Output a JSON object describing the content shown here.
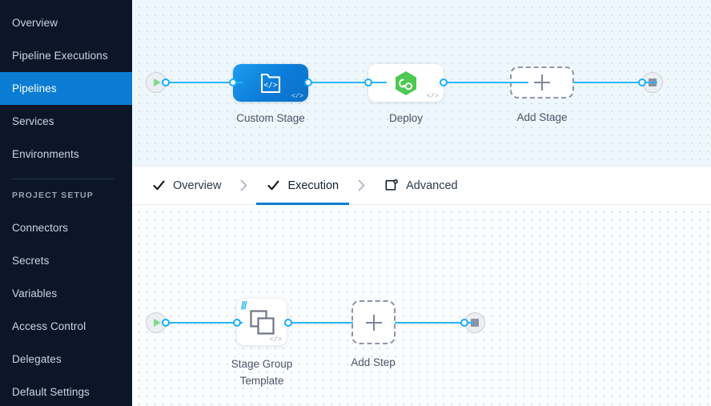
{
  "theme": {
    "sidebar_bg": "#0b1729",
    "accent_blue": "#0a7cd3",
    "link_blue": "#29b6f6",
    "canvas_top_bg": "#eef7fc",
    "canvas_bottom_bg": "#fbfdfe",
    "stage_blue": "#0b7cd8",
    "deploy_green": "#4dc952",
    "label_gray": "#4a5568"
  },
  "sidebar": {
    "items": [
      {
        "label": "Overview",
        "active": false,
        "name": "sidebar-item-overview"
      },
      {
        "label": "Pipeline Executions",
        "active": false,
        "name": "sidebar-item-pipeline-executions"
      },
      {
        "label": "Pipelines",
        "active": true,
        "name": "sidebar-item-pipelines"
      },
      {
        "label": "Services",
        "active": false,
        "name": "sidebar-item-services"
      },
      {
        "label": "Environments",
        "active": false,
        "name": "sidebar-item-environments"
      }
    ],
    "section_title": "PROJECT SETUP",
    "setup_items": [
      {
        "label": "Connectors",
        "name": "sidebar-item-connectors"
      },
      {
        "label": "Secrets",
        "name": "sidebar-item-secrets"
      },
      {
        "label": "Variables",
        "name": "sidebar-item-variables"
      },
      {
        "label": "Access Control",
        "name": "sidebar-item-access-control"
      },
      {
        "label": "Delegates",
        "name": "sidebar-item-delegates"
      },
      {
        "label": "Default Settings",
        "name": "sidebar-item-default-settings"
      }
    ]
  },
  "tabs": {
    "items": [
      {
        "label": "Overview",
        "icon": "check-icon",
        "active": false
      },
      {
        "label": "Execution",
        "icon": "check-icon",
        "active": true
      },
      {
        "label": "Advanced",
        "icon": "advanced-gear-box-icon",
        "active": false
      }
    ],
    "separator": "›"
  },
  "pipeline_canvas": {
    "start_node": {
      "icon": "play-icon",
      "label": ""
    },
    "end_node": {
      "icon": "stop-icon",
      "label": ""
    },
    "stages": [
      {
        "label": "Custom Stage",
        "type": "custom",
        "icon": "custom-stage-code-icon",
        "badge": "</>",
        "selected": true
      },
      {
        "label": "Deploy",
        "type": "deployment",
        "icon": "cd-hexagon-icon",
        "badge": "</>",
        "selected": false
      }
    ],
    "add_stage": {
      "label": "Add Stage",
      "icon": "plus-icon"
    }
  },
  "execution_canvas": {
    "start_node": {
      "icon": "play-icon"
    },
    "end_node": {
      "icon": "stop-icon"
    },
    "steps": [
      {
        "label_line1": "Stage Group",
        "label_line2": "Template",
        "label": "Stage Group Template",
        "icon": "step-group-icon",
        "badge": "</>",
        "template_marker": "|||"
      }
    ],
    "add_step": {
      "label": "Add Step",
      "icon": "plus-icon"
    }
  }
}
